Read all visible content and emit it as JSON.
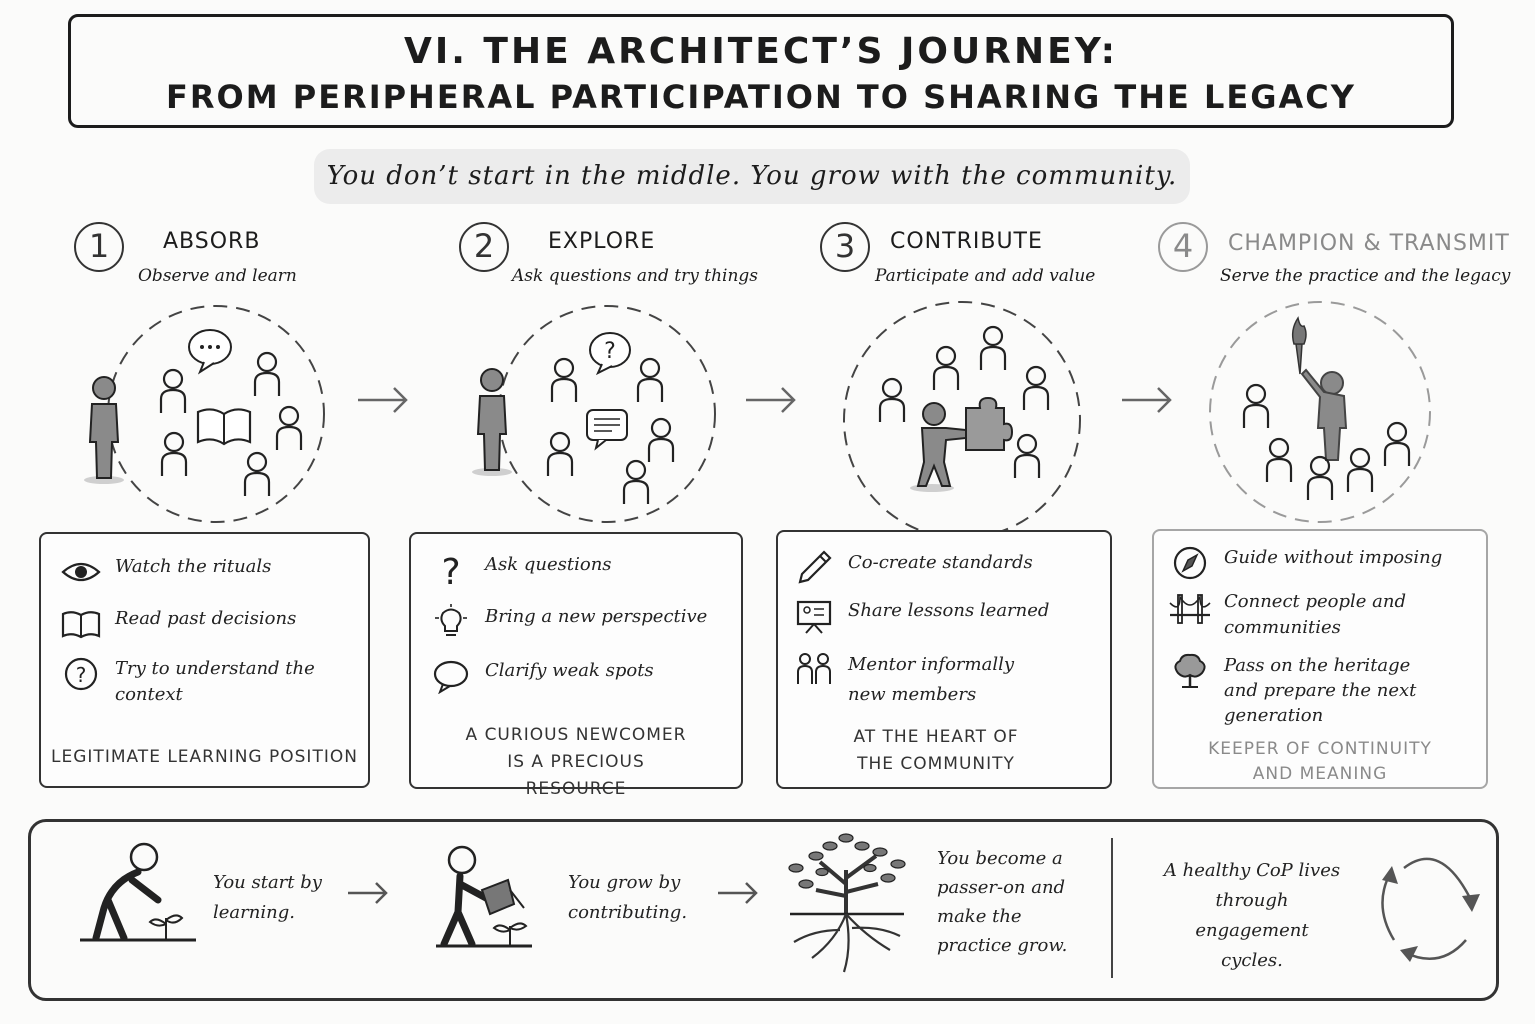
{
  "title": {
    "line1": "VI. THE ARCHITECT’S JOURNEY:",
    "line2": "FROM PERIPHERAL PARTICIPATION TO SHARING THE LEGACY"
  },
  "tagline": "You don’t start in the middle. You grow with the community.",
  "stages": [
    {
      "number": "1",
      "title": "ABSORB",
      "subtitle": "Observe and learn",
      "items": [
        {
          "icon": "eye-icon",
          "text": "Watch the rituals"
        },
        {
          "icon": "open-book-icon",
          "text": "Read past decisions"
        },
        {
          "icon": "question-circle-icon",
          "text": "Try to understand the context"
        }
      ],
      "footer": "LEGITIMATE LEARNING POSITION"
    },
    {
      "number": "2",
      "title": "EXPLORE",
      "subtitle": "Ask questions and try things",
      "items": [
        {
          "icon": "question-mark-icon",
          "text": "Ask questions"
        },
        {
          "icon": "lightbulb-icon",
          "text": "Bring a new perspective"
        },
        {
          "icon": "speech-bubble-icon",
          "text": "Clarify weak spots"
        }
      ],
      "footer": "A CURIOUS NEWCOMER IS A PRECIOUS RESOURCE"
    },
    {
      "number": "3",
      "title": "CONTRIBUTE",
      "subtitle": "Participate and add value",
      "items": [
        {
          "icon": "pencil-icon",
          "text": "Co-create standards"
        },
        {
          "icon": "presentation-board-icon",
          "text": "Share lessons learned"
        },
        {
          "icon": "two-people-icon",
          "text": "Mentor informally new members"
        }
      ],
      "footer": "AT THE HEART OF THE COMMUNITY"
    },
    {
      "number": "4",
      "title": "CHAMPION & TRANSMIT",
      "subtitle": "Serve the practice and the legacy",
      "items": [
        {
          "icon": "compass-icon",
          "text": "Guide without imposing"
        },
        {
          "icon": "bridge-icon",
          "text": "Connect people and communities"
        },
        {
          "icon": "tree-icon",
          "text": "Pass on the heritage and prepare the next generation"
        }
      ],
      "footer": "KEEPER OF CONTINUITY AND MEANING"
    }
  ],
  "bottom": {
    "start": "You start by learning.",
    "grow": "You grow by contributing.",
    "become": "You become a passer-on and make the practice grow.",
    "cycle": "A healthy CoP lives through engagement cycles."
  },
  "colors": {
    "ink": "#1c1c1c",
    "faded": "#8a8a8a",
    "tagline_bg": "#ececec"
  }
}
